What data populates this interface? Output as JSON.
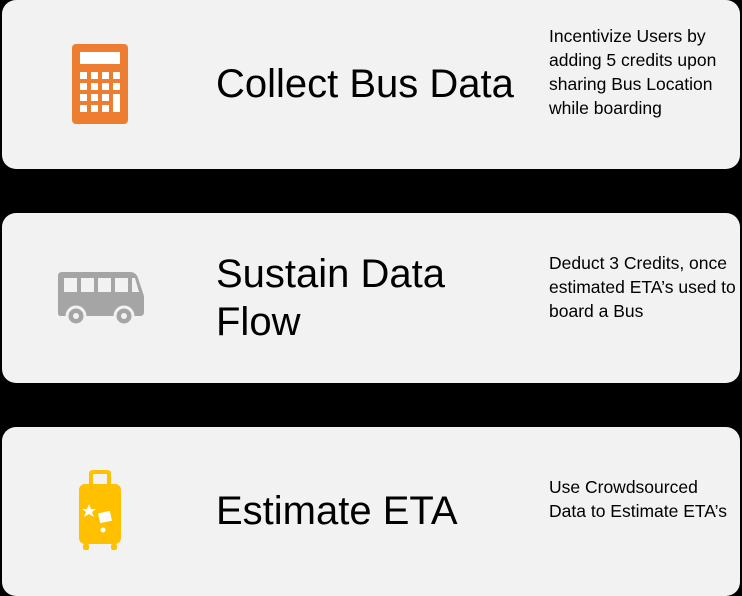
{
  "colors": {
    "background": "#000000",
    "card": "#f2f2f2",
    "calculator": "#ed7d31",
    "bus": "#a5a5a5",
    "luggage": "#ffc000"
  },
  "steps": [
    {
      "icon": "calculator-icon",
      "title": "Collect Bus Data",
      "description": "Incentivize Users by adding 5 credits upon sharing Bus Location while boarding"
    },
    {
      "icon": "bus-icon",
      "title": "Sustain Data Flow",
      "description": "Deduct 3 Credits, once estimated ETA’s used to board a Bus"
    },
    {
      "icon": "luggage-icon",
      "title": "Estimate ETA",
      "description": "Use Crowdsourced Data to Estimate ETA’s"
    }
  ]
}
